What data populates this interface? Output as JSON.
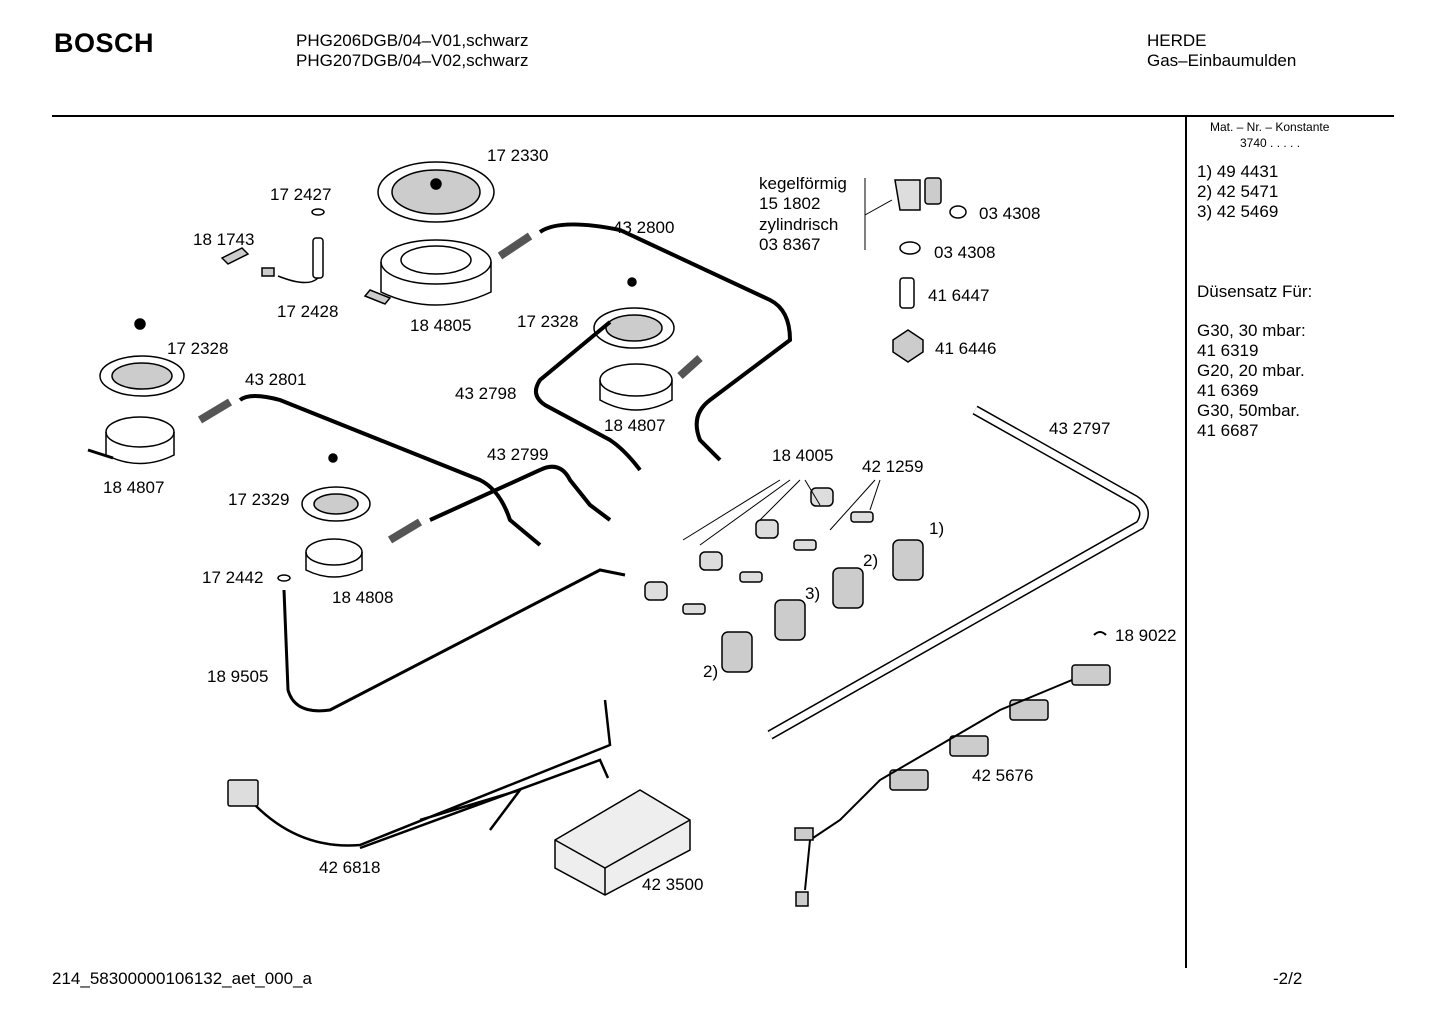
{
  "header": {
    "brand": "BOSCH",
    "model_line_1": "PHG206DGB/04–V01,schwarz",
    "model_line_2": "PHG207DGB/04–V02,schwarz",
    "category": "HERDE",
    "subcategory": "Gas–Einbaumulden"
  },
  "sidebar": {
    "mat_label": "Mat. – Nr. – Konstante",
    "mat_value": "3740  .  .  .  .  .",
    "items": [
      "1)  49 4431",
      "2)  42 5471",
      "3)  42 5469"
    ],
    "nozzle_heading": "Düsensatz Für:",
    "nozzle_lines": [
      "G30, 30 mbar:",
      "41 6319",
      "G20, 20 mbar.",
      "41 6369",
      "G30, 50mbar.",
      "41 6687"
    ]
  },
  "diagram": {
    "labels": [
      "17 2330",
      "17 2427",
      "18 1743",
      "17 2428",
      "18 4805",
      "43 2800",
      "kegelförmig",
      "15 1802",
      "zylindrisch",
      "03 8367",
      "03 4308",
      "03 4308",
      "41 6447",
      "41 6446",
      "17 2328",
      "17 2328",
      "43 2801",
      "18 4807",
      "43 2798",
      "18 4807",
      "43 2799",
      "17 2329",
      "17 2442",
      "18 4808",
      "18 9505",
      "18 4005",
      "42 1259",
      "1)",
      "2)",
      "3)",
      "2)",
      "43 2797",
      "18 9022",
      "42 5676",
      "42 6818",
      "42 3500"
    ]
  },
  "footer": {
    "doc_id": "214_58300000106132_aet_000_a",
    "page": "-2/2"
  }
}
